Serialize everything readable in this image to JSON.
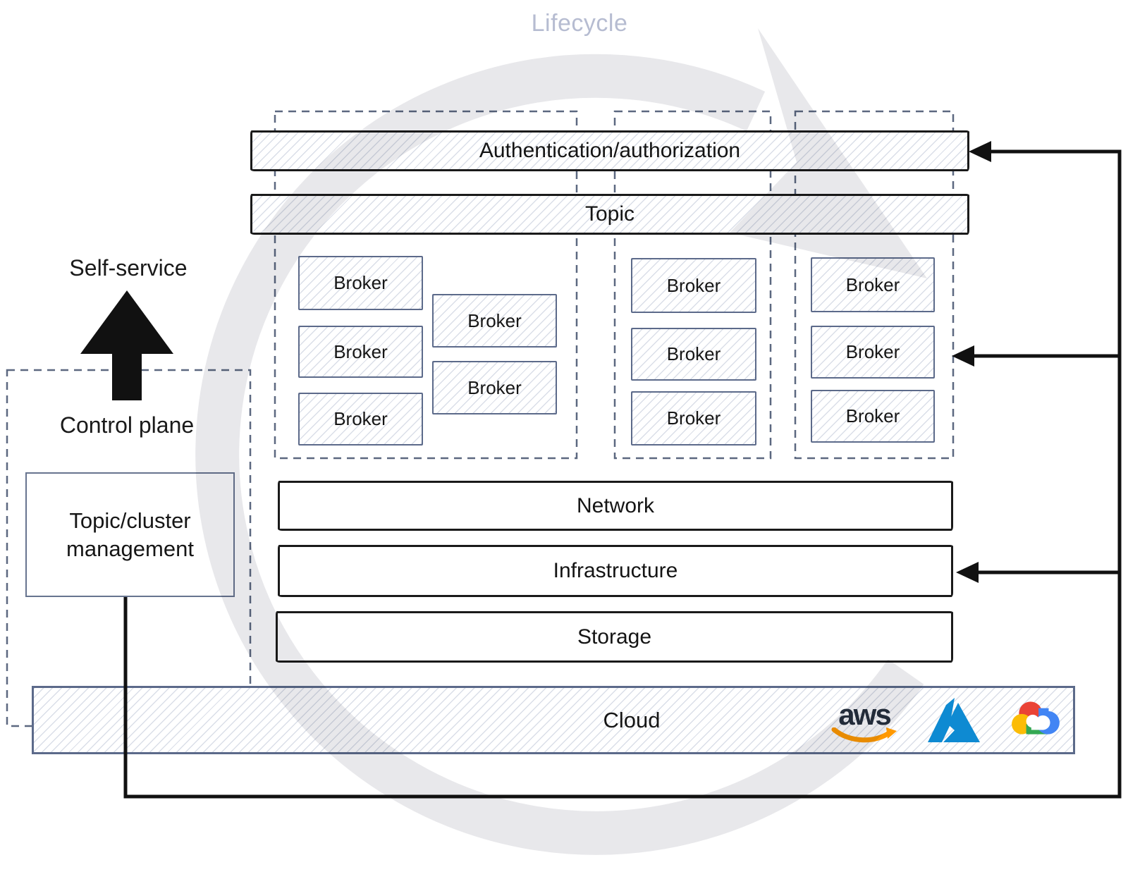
{
  "title": {
    "lifecycle": "Lifecycle"
  },
  "left_panel": {
    "self_service_label": "Self-service",
    "control_plane_label": "Control plane",
    "topic_cluster_label": "Topic/cluster management"
  },
  "layers": {
    "auth": "Authentication/authorization",
    "topic": "Topic",
    "network": "Network",
    "infrastructure": "Infrastructure",
    "storage": "Storage",
    "cloud": "Cloud"
  },
  "broker_groups": [
    {
      "brokers": [
        "Broker",
        "Broker",
        "Broker",
        "Broker",
        "Broker"
      ]
    },
    {
      "brokers": [
        "Broker",
        "Broker",
        "Broker"
      ]
    },
    {
      "brokers": [
        "Broker",
        "Broker",
        "Broker"
      ]
    }
  ],
  "cloud_providers": [
    {
      "name": "aws",
      "label": "aws"
    },
    {
      "name": "azure"
    },
    {
      "name": "google-cloud"
    }
  ],
  "colors": {
    "dashed_border": "#5c6880",
    "solid_box_border": "#5c6a8a",
    "sketch_border": "#1a1a1a",
    "watermark_gray": "#e8e8eb",
    "lifecycle_text": "#b6bcd1",
    "arrow_black": "#111111",
    "aws_text": "#252f3e",
    "aws_smile": "#ff9900",
    "azure_blue": "#0e8ad2",
    "gcp_blue": "#4285f4",
    "gcp_red": "#ea4335",
    "gcp_yellow": "#fbbc05",
    "gcp_green": "#34a853"
  }
}
